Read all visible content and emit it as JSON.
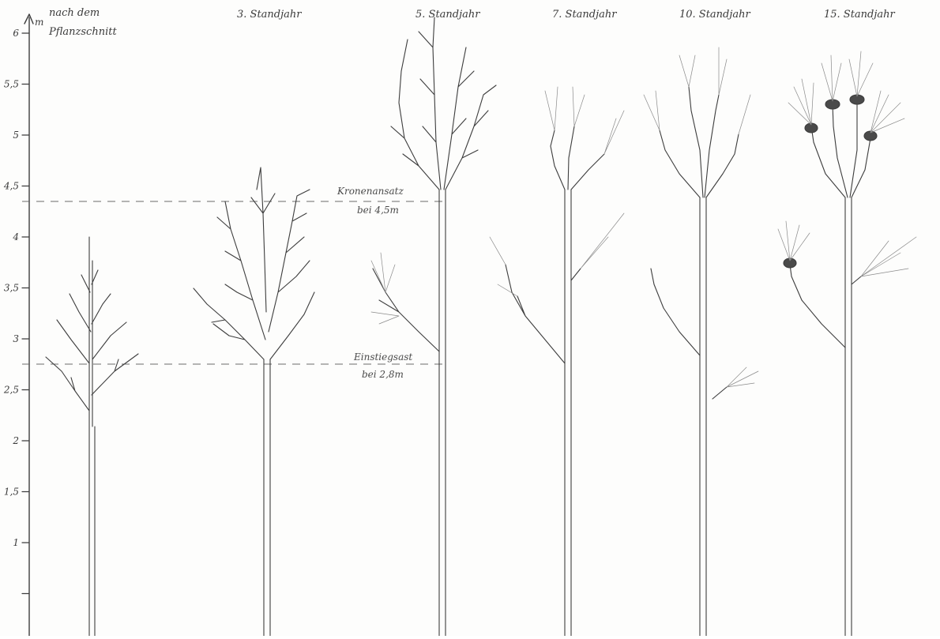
{
  "axis": {
    "unit": "m",
    "ticks": [
      "1",
      "1,5",
      "2",
      "2,5",
      "3",
      "3,5",
      "4",
      "4,5",
      "5",
      "5,5",
      "6"
    ]
  },
  "stages": [
    {
      "label": "nach dem",
      "label2": "Pflanzschnitt"
    },
    {
      "label": "3. Standjahr"
    },
    {
      "label": "5. Standjahr"
    },
    {
      "label": "7. Standjahr"
    },
    {
      "label": "10. Standjahr"
    },
    {
      "label": "15. Standjahr"
    }
  ],
  "annotations": {
    "crown": {
      "line1": "Kronenansatz",
      "line2": "bei 4,5m",
      "height_m": 4.5
    },
    "entry": {
      "line1": "Einstiegsast",
      "line2": "bei 2,8m",
      "height_m": 2.8
    }
  },
  "colors": {
    "pencil": "#3d3d3d",
    "pencil_light": "#8a8a8a",
    "paper": "#fdfdfc"
  }
}
